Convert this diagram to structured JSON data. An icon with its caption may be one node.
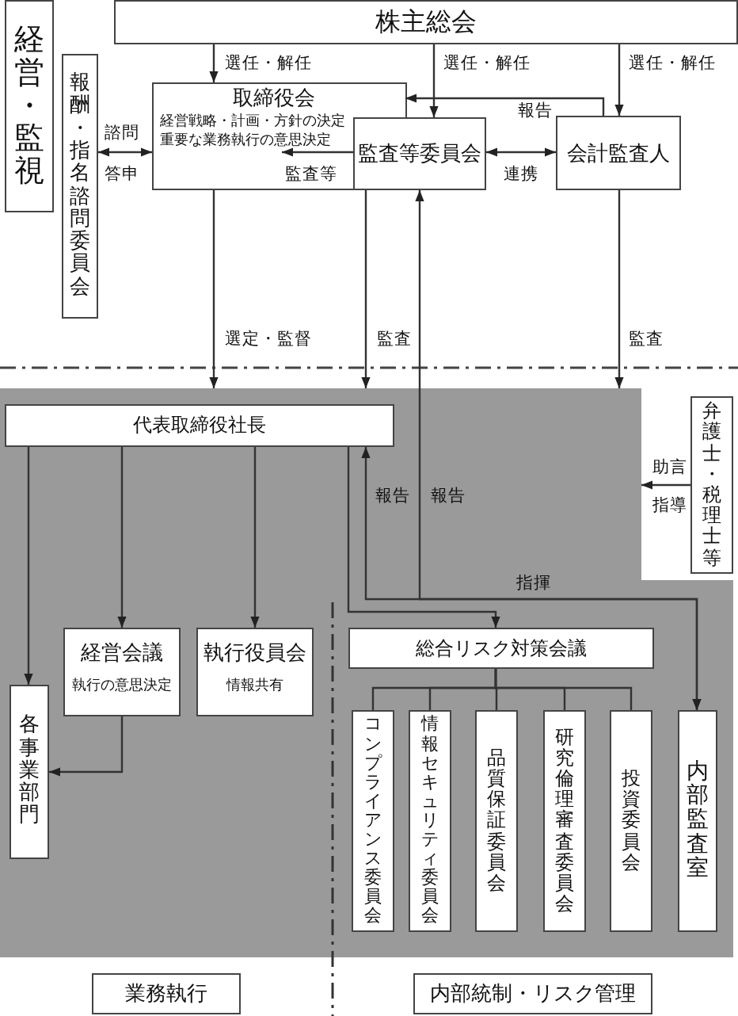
{
  "diagram": {
    "nodes": [
      {
        "text": [
          "経営・監視"
        ]
      },
      {
        "text": [
          "株主総会"
        ]
      },
      {
        "text": [
          "報酬・指名諮問委員会"
        ]
      },
      {
        "text": [
          "取締役会",
          "経営戦略・計画・方針の決定",
          "重要な業務執行の意思決定"
        ]
      },
      {
        "text": [
          "監査等委員会"
        ]
      },
      {
        "text": [
          "会計監査人"
        ]
      },
      {
        "text": [],
        "shape": "box"
      },
      {
        "text": [
          "代表取締役社長"
        ],
        "in": 6
      },
      {
        "text": [
          "弁護士・税理士等"
        ]
      },
      {
        "text": [
          "経営会議",
          "執行の意思決定"
        ],
        "in": 6
      },
      {
        "text": [
          "執行役員会",
          "情報共有"
        ],
        "in": 6
      },
      {
        "text": [
          "総合リスク対策会議"
        ],
        "in": 6
      },
      {
        "text": [
          "各事業部門"
        ],
        "in": 6
      },
      {
        "text": [
          "コンプライアンス委員会"
        ],
        "in": 6
      },
      {
        "text": [
          "情報セキュリティ委員会"
        ],
        "in": 6
      },
      {
        "text": [
          "品質保証委員会"
        ],
        "in": 6
      },
      {
        "text": [
          "研究倫理審査委員会"
        ],
        "in": 6
      },
      {
        "text": [
          "投資委員会"
        ],
        "in": 6
      },
      {
        "text": [
          "内部監査室"
        ],
        "in": 6
      },
      {
        "text": [
          "業務執行"
        ]
      },
      {
        "text": [
          "内部統制・リスク管理"
        ]
      }
    ],
    "edges": [
      {
        "from": 1,
        "to": 3,
        "arrow": "to",
        "label": "選任・解任"
      },
      {
        "from": 1,
        "to": 4,
        "arrow": "to",
        "label": "選任・解任"
      },
      {
        "from": 1,
        "to": 5,
        "arrow": "to",
        "label": "選任・解任"
      },
      {
        "from": 2,
        "to": 3,
        "arrow": "both",
        "label": "諮問"
      },
      {
        "from": 5,
        "to": 3,
        "arrow": "to",
        "label": "報告"
      },
      {
        "from": 4,
        "to": 3,
        "arrow": "to",
        "label": "監査等"
      },
      {
        "from": 4,
        "to": 5,
        "arrow": "both",
        "label": "連携"
      },
      {
        "from": 3,
        "to": 6,
        "arrow": "to",
        "label": "選定・監督"
      },
      {
        "from": 4,
        "to": 6,
        "arrow": "to",
        "label": "監査"
      },
      {
        "from": 5,
        "to": 6,
        "arrow": "to",
        "label": "監査"
      },
      {
        "from": 8,
        "to": 6,
        "arrow": "to",
        "label": "助言"
      },
      {
        "from": 7,
        "to": 12,
        "arrow": "to"
      },
      {
        "from": 7,
        "to": 9,
        "arrow": "to"
      },
      {
        "from": 7,
        "to": 10,
        "arrow": "to"
      },
      {
        "from": 7,
        "to": 11,
        "arrow": "to"
      },
      {
        "from": 9,
        "to": 12,
        "arrow": "to"
      },
      {
        "from": 11,
        "to": 13,
        "arrow": "none"
      },
      {
        "from": 11,
        "to": 14,
        "arrow": "none"
      },
      {
        "from": 11,
        "to": 15,
        "arrow": "none"
      },
      {
        "from": 11,
        "to": 16,
        "arrow": "none"
      },
      {
        "from": 11,
        "to": 17,
        "arrow": "none"
      },
      {
        "from": 18,
        "to": 7,
        "arrow": "both",
        "label": "報告"
      },
      {
        "from": 18,
        "to": 4,
        "arrow": "both",
        "label": "報告"
      }
    ],
    "labels": [
      "答申",
      "指導",
      "指揮"
    ]
  }
}
